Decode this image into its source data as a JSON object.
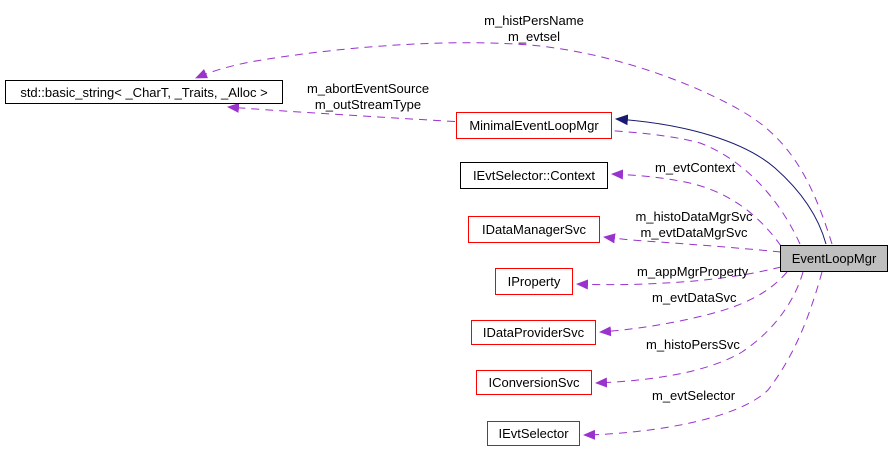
{
  "colors": {
    "usage_edge": "#9a32cd",
    "inheritance_edge": "#191970",
    "truncated_node_border": "#ff0000",
    "node_border": "#000000",
    "current_node_fill": "#bfbfbf",
    "background": "#ffffff"
  },
  "nodes": {
    "basic_string": {
      "label": "std::basic_string< _CharT, _Traits, _Alloc >"
    },
    "minimal_event_loop_mgr": {
      "label": "MinimalEventLoopMgr"
    },
    "ievt_selector_context": {
      "label": "IEvtSelector::Context"
    },
    "idata_manager_svc": {
      "label": "IDataManagerSvc"
    },
    "iproperty": {
      "label": "IProperty"
    },
    "idata_provider_svc": {
      "label": "IDataProviderSvc"
    },
    "iconversion_svc": {
      "label": "IConversionSvc"
    },
    "ievt_selector": {
      "label": "IEvtSelector"
    },
    "event_loop_mgr": {
      "label": "EventLoopMgr"
    }
  },
  "edge_labels": {
    "hist_pers_name": {
      "line1": "m_histPersName",
      "line2": "m_evtsel"
    },
    "abort_event_source": {
      "line1": "m_abortEventSource",
      "line2": "m_outStreamType"
    },
    "evt_context": {
      "label": "m_evtContext"
    },
    "histo_data_mgr_svc": {
      "line1": "m_histoDataMgrSvc",
      "line2": "m_evtDataMgrSvc"
    },
    "app_mgr_property": {
      "label": "m_appMgrProperty"
    },
    "evt_data_svc": {
      "label": "m_evtDataSvc"
    },
    "histo_pers_svc": {
      "label": "m_histoPersSvc"
    },
    "evt_selector": {
      "label": "m_evtSelector"
    }
  }
}
